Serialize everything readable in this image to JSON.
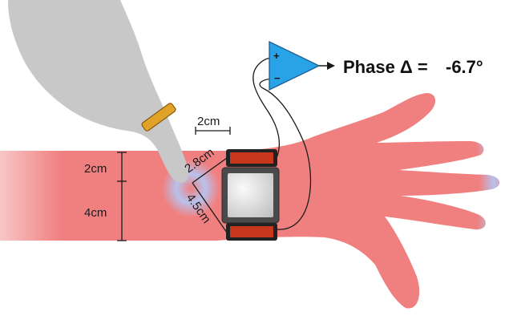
{
  "labels": {
    "scale_bar": "2cm",
    "dist_upper": "2cm",
    "dist_lower": "4cm",
    "diag_upper": "2.8cm",
    "diag_lower": "4.5cm",
    "opamp_plus": "+",
    "opamp_minus": "−",
    "phase_text": "Phase Δ =",
    "phase_value": "-6.7°"
  },
  "colors": {
    "wave_red": "#f08080",
    "wave_blue": "#b7c2ec",
    "hand_gray": "#c8c8c8",
    "ring": "#e0a328",
    "opamp": "#29a3e8",
    "electrode": "#c8361e",
    "watch_body": "#4a4a4a",
    "watch_screen": "#d9d9d9"
  }
}
